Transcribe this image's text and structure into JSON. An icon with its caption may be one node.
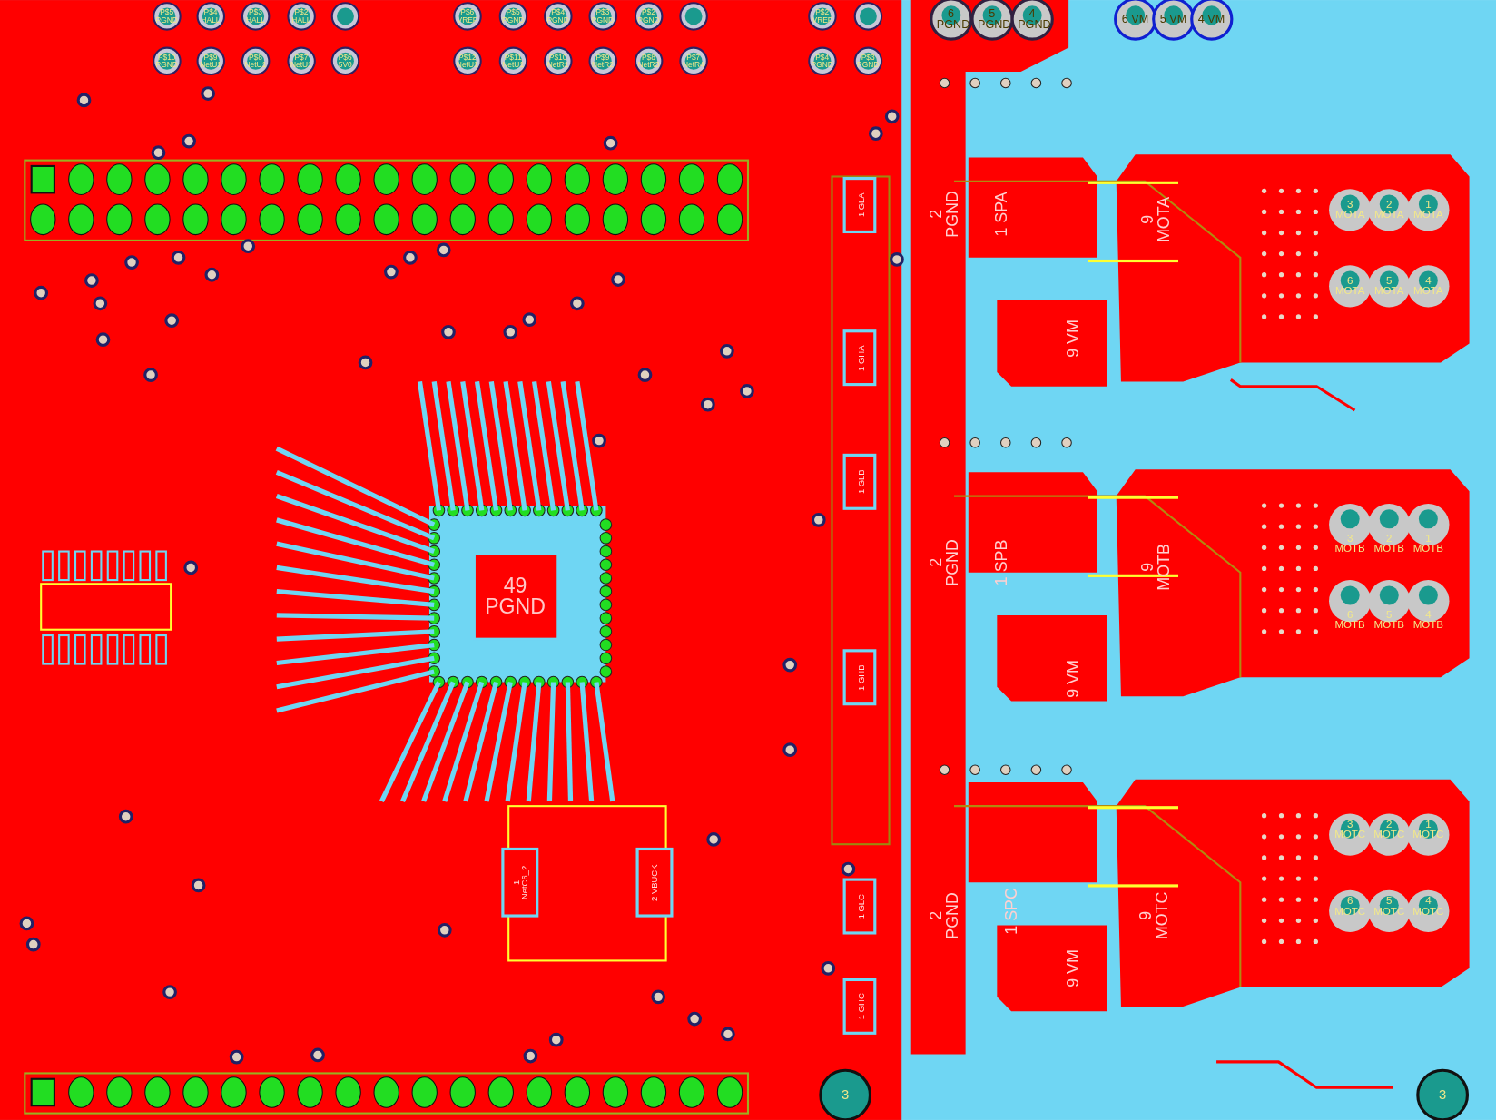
{
  "diagram": {
    "labels": [
      "P$5 PGND",
      "P$4 HALL",
      "P$3 HALL",
      "P$2 HALL",
      "P$6 VREF",
      "P$5 PGND",
      "P$4 PGND",
      "P$3 PGND",
      "P$2 PGND",
      "P$2 VREF",
      "6 PGND",
      "5 PGND",
      "4 PGND",
      "6 VM",
      "5 VM",
      "4 VM",
      "P$10 PGND",
      "P$9 NetU1",
      "P$8 NetU1",
      "P$7 NetU1",
      "P$6 5V0",
      "P$12 NetU1",
      "P$11 NetU1",
      "P$10 NetR1",
      "P$9 NetR2",
      "P$8 NetR3",
      "P$7 NetR4",
      "P$4 PGND",
      "P$3 PGND",
      "1 GLA",
      "2 PGND",
      "1 SPA",
      "9 MOTA",
      "3 MOTA",
      "2 MOTA",
      "1 MOTA",
      "6 MOTA",
      "5 MOTA",
      "4 MOTA",
      "9 VM",
      "1 GHA",
      "1 GLB",
      "3 MOTB",
      "2 MOTB",
      "1 MOTB",
      "2 PGND",
      "1 SPB",
      "9 MOTB",
      "49 PGND",
      "6 MOTB",
      "5 MOTB",
      "4 MOTB",
      "1 GHB",
      "9 VM",
      "3 MOTC",
      "2 MOTC",
      "1 MOTC",
      "1 NetC6_2",
      "2 VBUCK",
      "1 GLC",
      "6 MOTC",
      "5 MOTC",
      "4 MOTC",
      "2 PGND",
      "1 SPC",
      "9 MOTC",
      "1 GHC",
      "9 VM",
      "3",
      "3"
    ]
  }
}
